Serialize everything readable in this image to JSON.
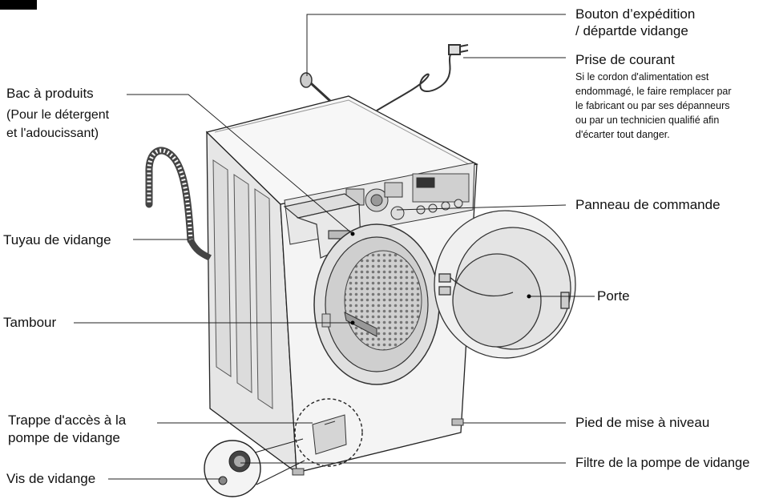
{
  "labels": {
    "bouton_line1": "Bouton d’expédition",
    "bouton_line2": "/ départde vidange",
    "prise_title": "Prise de courant",
    "prise_note": [
      "Si le cordon d'alimentation est",
      "endommagé, le faire remplacer par",
      "le fabricant ou par ses dépanneurs",
      "ou par un technicien qualifié afin",
      "d'écarter tout danger."
    ],
    "bac_title": "Bac à produits",
    "bac_line2": "(Pour le détergent",
    "bac_line3": "et l'adoucissant)",
    "panneau": "Panneau de commande",
    "tuyau": "Tuyau de vidange",
    "porte": "Porte",
    "tambour": "Tambour",
    "trappe_line1": "Trappe d'accès à la",
    "trappe_line2": "pompe de vidange",
    "pied": "Pied de mise à niveau",
    "vis": "Vis de vidange",
    "filtre": "Filtre de la pompe  de vidange"
  },
  "colors": {
    "line": "#222222",
    "body_fill": "#f2f2f2",
    "panel_fill": "#e4e4e4",
    "drum_fill": "#d9d9d9",
    "accent": "#000000"
  }
}
